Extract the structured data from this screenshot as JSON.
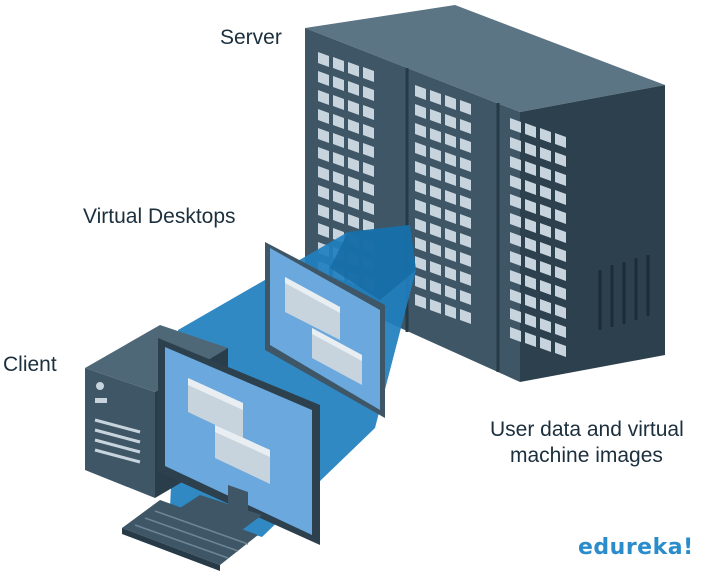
{
  "labels": {
    "server": "Server",
    "virtual_desktops": "Virtual Desktops",
    "client": "Client",
    "user_data_line1": "User data and virtual",
    "user_data_line2": "machine images"
  },
  "brand": "edureka!",
  "colors": {
    "rack_front": "#3e5666",
    "rack_top": "#5b7585",
    "rack_side": "#253845",
    "slot": "#c8d4dd",
    "beam": "#1f7fbf",
    "window_panel": "#6aa8dd",
    "brand": "#2a8ccb",
    "label": "#1b2f3d"
  },
  "icons": [
    "server-rack",
    "virtual-desktop-window",
    "computer-tower",
    "monitor",
    "keyboard"
  ]
}
